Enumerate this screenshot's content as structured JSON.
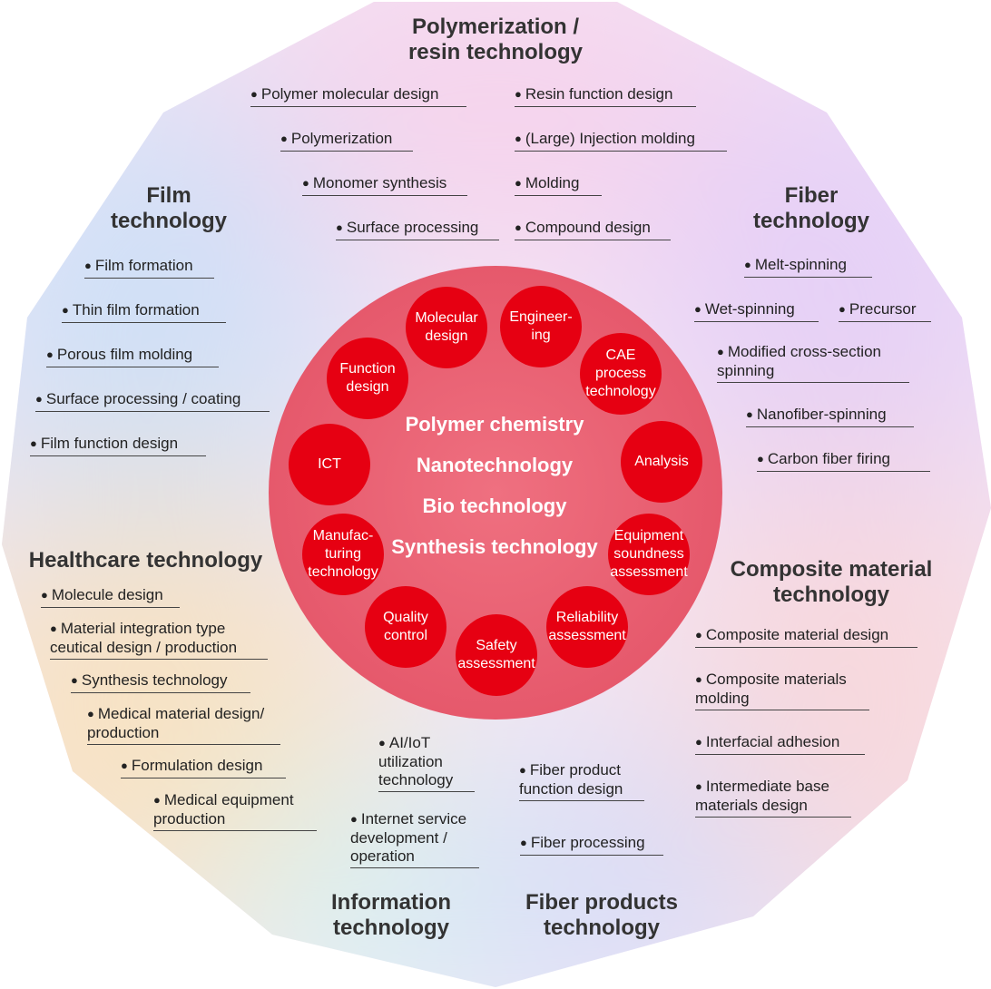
{
  "center": {
    "core_lines": [
      "Polymer chemistry",
      "Nanotechnology",
      "Bio technology",
      "Synthesis technology"
    ],
    "bubbles": [
      "Molecular\ndesign",
      "Engineer-\ning",
      "CAE\nprocess\ntechnology",
      "Analysis",
      "Equipment\nsoundness\nassessment",
      "Reliability\nassessment",
      "Safety\nassessment",
      "Quality\ncontrol",
      "Manufac-\nturing\ntechnology",
      "ICT",
      "Function\ndesign"
    ]
  },
  "sections": {
    "polymer": {
      "title_1": "Polymerization /",
      "title_2": "resin technology",
      "items": [
        "Polymer molecular design",
        "Polymerization",
        "Monomer synthesis",
        "Surface processing",
        "Resin function design",
        "(Large) Injection molding",
        "Molding",
        "Compound design"
      ]
    },
    "film": {
      "title_1": "Film",
      "title_2": "technology",
      "items": [
        "Film formation",
        "Thin film formation",
        "Porous film molding",
        "Surface processing / coating",
        "Film function design"
      ]
    },
    "fiber": {
      "title_1": "Fiber",
      "title_2": "technology",
      "items": [
        "Melt-spinning",
        "Wet-spinning",
        "Precursor",
        "Modified cross-section spinning",
        "Nanofiber-spinning",
        "Carbon fiber firing"
      ]
    },
    "healthcare": {
      "title": "Healthcare technology",
      "items": [
        "Molecule design",
        "Material integration type ceutical design / production",
        "Synthesis technology",
        "Medical material design/ production",
        "Formulation design",
        "Medical equipment production"
      ]
    },
    "composite": {
      "title_1": "Composite material",
      "title_2": "technology",
      "items": [
        "Composite material design",
        "Composite materials molding",
        "Interfacial adhesion",
        "Intermediate base materials design"
      ]
    },
    "information": {
      "title_1": "Information",
      "title_2": "technology",
      "items": [
        "AI/IoT utilization technology",
        "Internet service development / operation"
      ]
    },
    "fiber_products": {
      "title_1": "Fiber products",
      "title_2": "technology",
      "items": [
        "Fiber product function design",
        "Fiber processing"
      ]
    }
  }
}
